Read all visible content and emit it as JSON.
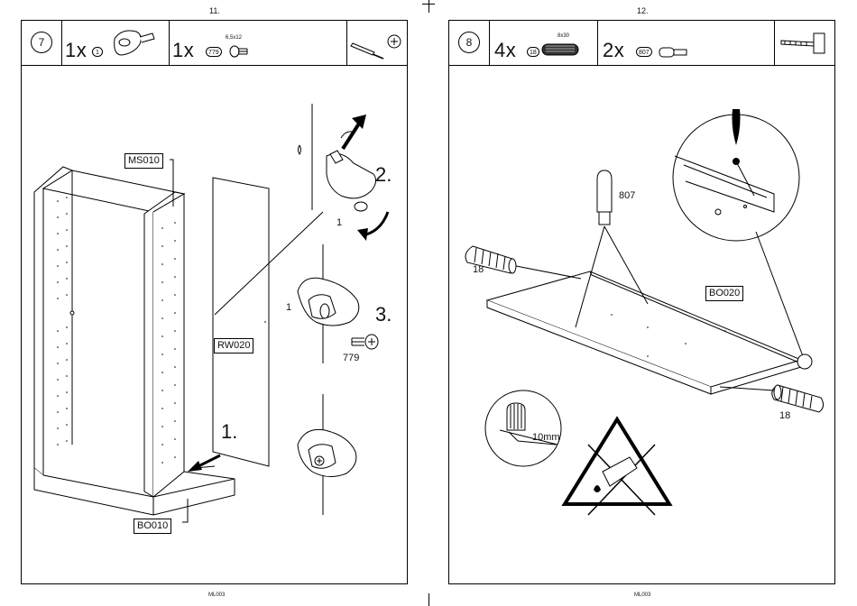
{
  "left_page": {
    "page_number": "11.",
    "footer": "ML003",
    "step_number": "7",
    "parts": [
      {
        "qty": "1x",
        "code": "1"
      },
      {
        "qty": "1x",
        "code": "779",
        "spec": "6,5x12"
      }
    ],
    "tool": "screwdriver-icon",
    "labels": {
      "ms": "MS010",
      "rw": "RW020",
      "bo": "BO010"
    },
    "callouts": {
      "step1": "1.",
      "step2": "2.",
      "step3": "3.",
      "part1a": "1",
      "part1b": "1",
      "screw": "779"
    }
  },
  "right_page": {
    "page_number": "12.",
    "footer": "ML003",
    "step_number": "8",
    "parts": [
      {
        "qty": "4x",
        "code": "18",
        "spec": "8x30"
      },
      {
        "qty": "2x",
        "code": "807"
      }
    ],
    "tool": "hammer-icon",
    "labels": {
      "bo": "BO020"
    },
    "callouts": {
      "peg807": "807",
      "dowel_a": "18",
      "dowel_b": "18",
      "depth": "10mm"
    },
    "warning": "no-glue-warning-icon"
  }
}
